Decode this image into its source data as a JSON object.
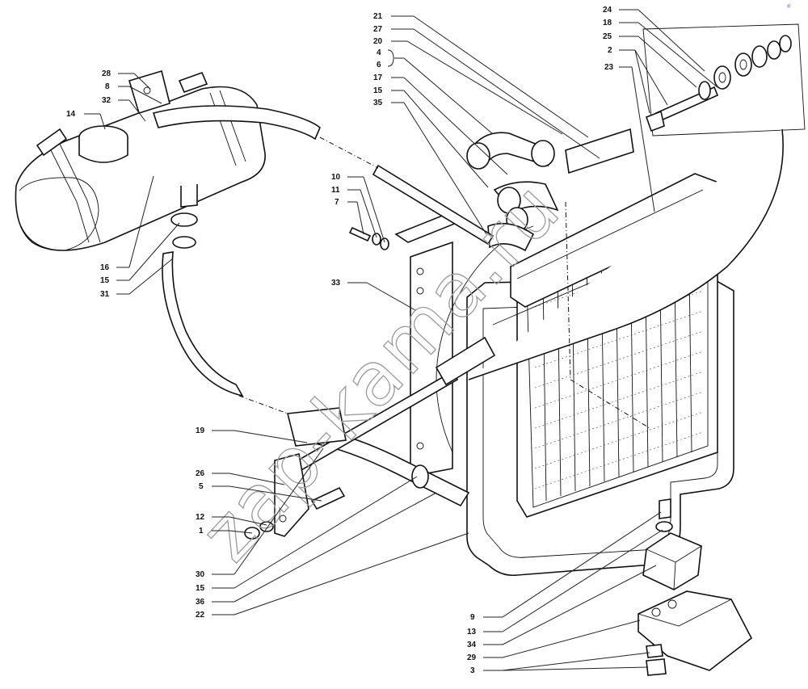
{
  "watermark": "zap-kama.ru",
  "corner_mark": "®",
  "callouts": {
    "c21": "21",
    "c27": "27",
    "c20": "20",
    "c4": "4",
    "c6": "6",
    "c17": "17",
    "c15a": "15",
    "c35": "35",
    "c24": "24",
    "c18": "18",
    "c25": "25",
    "c2": "2",
    "c23": "23",
    "c28": "28",
    "c8": "8",
    "c32": "32",
    "c14": "14",
    "c16": "16",
    "c15b": "15",
    "c31": "31",
    "c10": "10",
    "c11": "11",
    "c7": "7",
    "c33": "33",
    "c19": "19",
    "c26": "26",
    "c5": "5",
    "c12": "12",
    "c1": "1",
    "c30": "30",
    "c15c": "15",
    "c36": "36",
    "c22": "22",
    "c9": "9",
    "c13": "13",
    "c34": "34",
    "c29": "29",
    "c3": "3"
  }
}
